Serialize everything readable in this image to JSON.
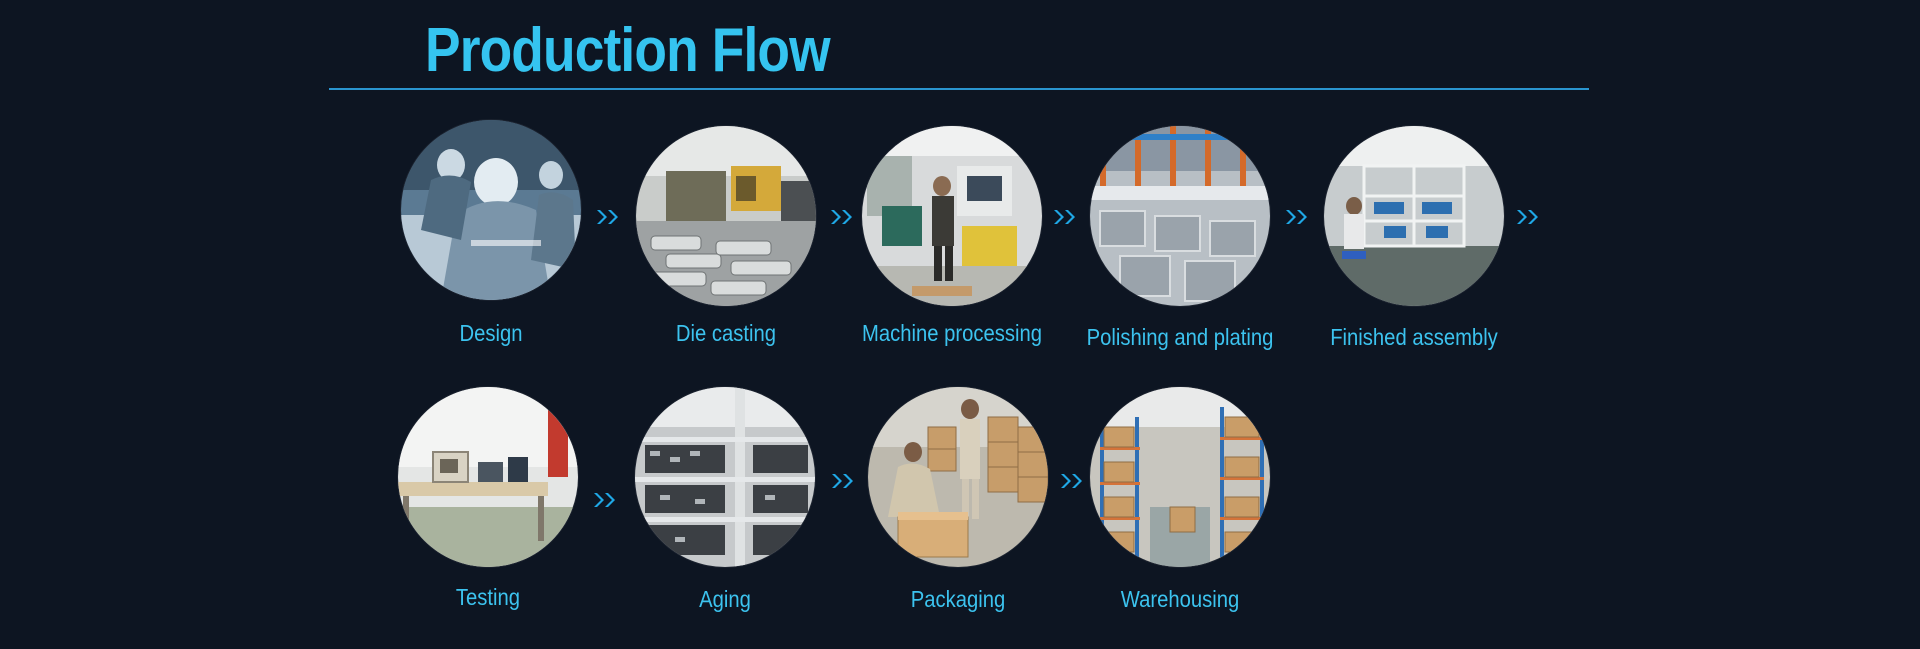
{
  "title": "Production Flow",
  "colors": {
    "background": "#0d1522",
    "accent": "#35c4f0",
    "rule": "#2a95cf",
    "arrow": "#1fa8e6"
  },
  "steps": [
    {
      "label": "Design",
      "image": "designers-at-drafting-table-photo"
    },
    {
      "label": "Die casting",
      "image": "die-casting-machines-and-parts-photo"
    },
    {
      "label": "Machine processing",
      "image": "worker-at-cnc-machine-photo"
    },
    {
      "label": "Polishing and plating",
      "image": "plating-line-tanks-photo"
    },
    {
      "label": "Finished assembly",
      "image": "assembly-line-workers-photo"
    },
    {
      "label": "Testing",
      "image": "testing-lab-equipment-photo"
    },
    {
      "label": "Aging",
      "image": "aging-racks-photo"
    },
    {
      "label": "Packaging",
      "image": "workers-packing-boxes-photo"
    },
    {
      "label": "Warehousing",
      "image": "warehouse-shelving-boxes-photo"
    }
  ],
  "arrow_icon": "double-chevron-right-icon"
}
